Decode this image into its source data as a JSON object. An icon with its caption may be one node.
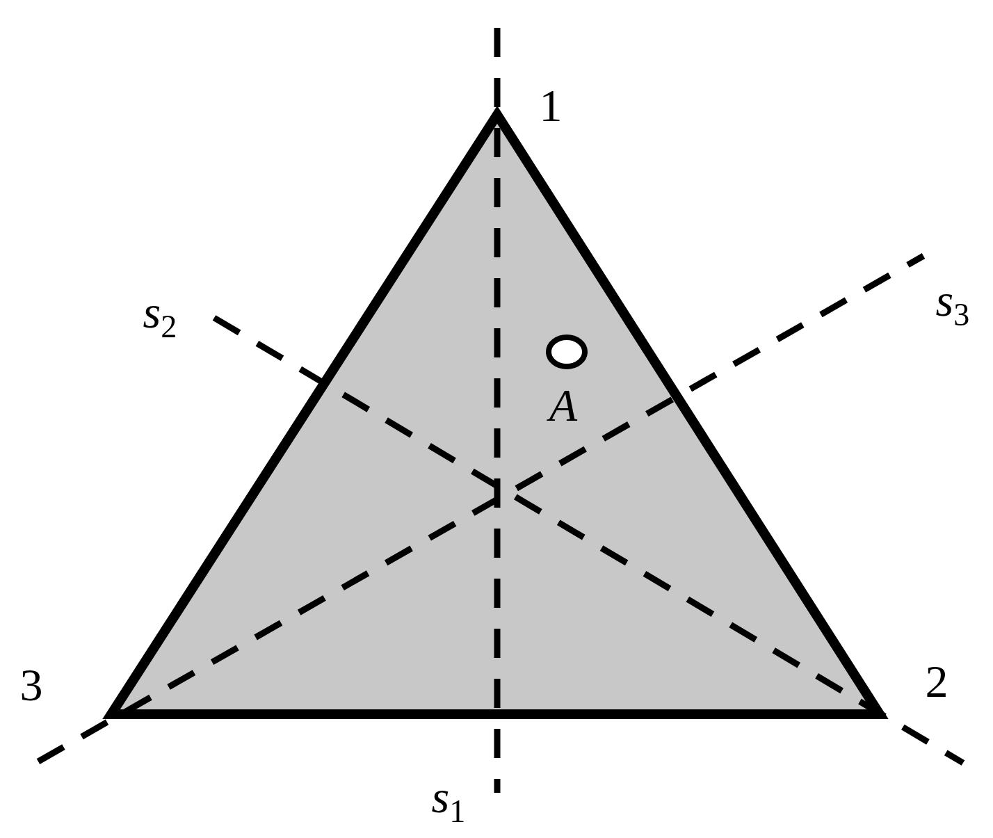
{
  "diagram": {
    "labels": [
      "1",
      "*s*$_{2}$",
      "*s*$_{3}$",
      "A",
      "3",
      "2",
      "*s*$_{1}$"
    ]
  }
}
